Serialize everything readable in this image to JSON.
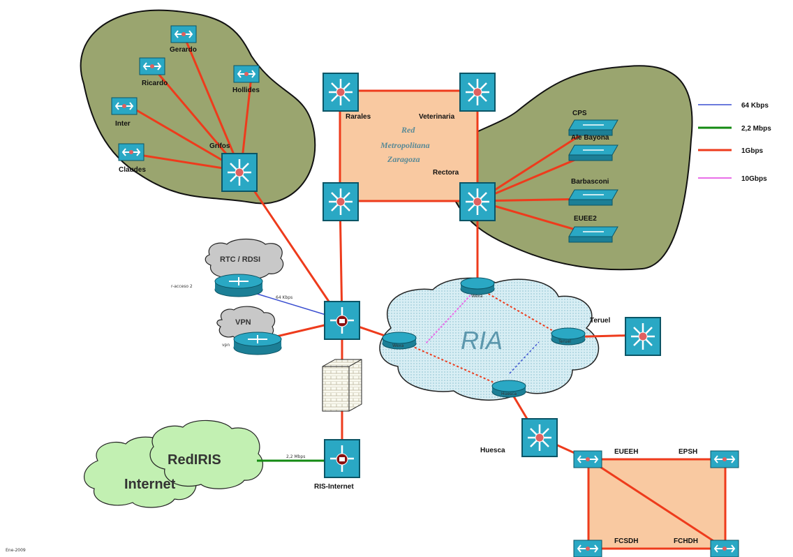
{
  "colors": {
    "area_green": "#9aa56f",
    "area_peach": "#f9c9a1",
    "cloud_gray": "#c8c8c8",
    "cloud_blue": "#d7eef4",
    "cloud_green": "#c2f0b2",
    "device_teal": "#2aa8c4",
    "link_red": "#ee3b1c",
    "link_blue": "#3a4ed0",
    "link_green": "#138a12",
    "link_pink": "#e96ee8"
  },
  "legend": [
    {
      "label": "64 Kbps",
      "color": "#3a4ed0"
    },
    {
      "label": "2,2 Mbps",
      "color": "#138a12"
    },
    {
      "label": "1Gbps",
      "color": "#ee3b1c"
    },
    {
      "label": "10Gbps",
      "color": "#e96ee8"
    }
  ],
  "top_left_area": {
    "devices": [
      "Gerardo",
      "Ricardo",
      "Hollides",
      "Inter",
      "Claudes",
      "Grifos"
    ]
  },
  "core": {
    "devices": [
      "Rarales",
      "Veterinaria",
      "Rectora"
    ],
    "title_line1": "Red",
    "title_line2": "Metropolitana",
    "title_line3": "Zaragoza"
  },
  "right_area": {
    "switches": [
      "CPS",
      "Ale Bayona",
      "Barbasconi",
      "EUEE2"
    ]
  },
  "clouds": {
    "rtc": "RTC / RDSI",
    "vpn": "VPN",
    "ria": "RIA",
    "red_iris": "RedIRIS",
    "internet": "Internet"
  },
  "small_labels": {
    "router_rtc": "r-acceso 2",
    "router_vpn": "vpn",
    "rtc_link": "64 Kbps"
  },
  "ria_nodes": {
    "top": "Wexa",
    "left": "Wexa",
    "right": "Teruel",
    "bottom": "Huesca"
  },
  "teruel": {
    "label": "Teruel"
  },
  "huesca": {
    "label": "Huesca"
  },
  "rediris_router": {
    "label": "RIS-Internet",
    "link_label": "2,2 Mbps"
  },
  "huesca_area": {
    "devices": [
      "EUEEH",
      "EPSH",
      "FCSDH",
      "FCHDH"
    ]
  },
  "footer": {
    "text": "Ene-2009"
  }
}
